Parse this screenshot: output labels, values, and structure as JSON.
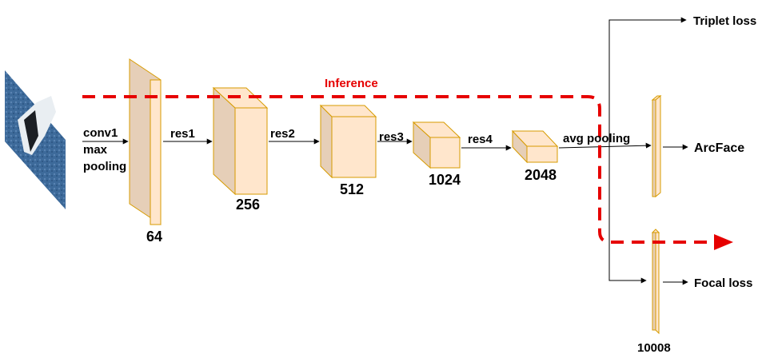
{
  "diagram": {
    "input_image": {
      "name": "whale-fluke-photo"
    },
    "input_labels": [
      "conv1",
      "max",
      "pooling"
    ],
    "stage_labels": [
      "res1",
      "res2",
      "res3",
      "res4",
      "avg pooling"
    ],
    "block_sizes": [
      "64",
      "256",
      "512",
      "1024",
      "2048"
    ],
    "inference_label": "Inference",
    "output_size": "10008",
    "heads": [
      "Triplet loss",
      "ArcFace",
      "Focal loss"
    ],
    "colors": {
      "block_face": "#ffe6cc",
      "block_side": "#e6cfb8",
      "block_stroke": "#d79b00",
      "inference": "#e60000",
      "arrow": "#000000"
    }
  }
}
